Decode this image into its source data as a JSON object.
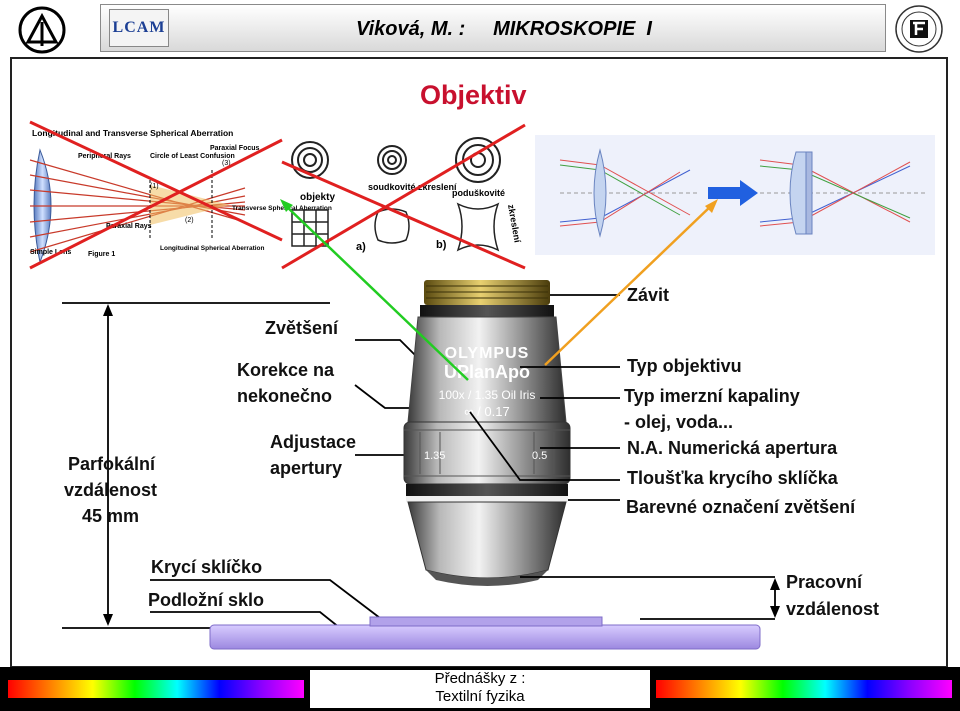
{
  "header": {
    "logo_text": "LCAM",
    "title": "Viková, M. :     MIKROSKOPIE  I"
  },
  "slide": {
    "title": "Objektiv",
    "aberration_figure": {
      "title": "Longitudinal and Transverse Spherical Aberration",
      "peripheral_rays": "Peripheral Rays",
      "circle": "Circle of Least Confusion",
      "paraxial_focus": "Paraxial Focus",
      "num1": "(1)",
      "num2": "(2)",
      "num3": "(3)",
      "transverse": "Transverse Spherical Aberration",
      "paraxial_rays": "Paraxial Rays",
      "simple_lens": "Simple Lens",
      "figure": "Figure 1",
      "longitudinal": "Longitudinal Spherical Aberration"
    },
    "distortion_figure": {
      "object": "objekty",
      "barrel": "soudkovité zkreslení",
      "pincushion": "poduškovité",
      "pincushion2": "zkreslení",
      "a": "a)",
      "b": "b)"
    },
    "objective_text": {
      "brand": "OLYMPUS",
      "model": "UPlanApo",
      "spec": "100x / 1.35 Oil Iris",
      "tube": "∞ / 0.17",
      "na_max": "1.35",
      "na_min": "0.5"
    },
    "labels": {
      "zavit": "Závit",
      "typ_objektivu": "Typ objektivu",
      "typ_imerzni": "Typ imerzní kapaliny",
      "olej": "- olej, voda...",
      "na": "N.A. Numerická apertura",
      "tloustka": "Tloušťka krycího sklíčka",
      "barevne": "Barevné označení zvětšení",
      "pracovni1": "Pracovní",
      "pracovni2": "vzdálenost",
      "zvetseni": "Zvětšení",
      "korekce1": "Korekce na",
      "korekce2": "nekonečno",
      "adjustace1": "Adjustace",
      "adjustace2": "apertury",
      "parfokalni1": "Parfokální",
      "parfokalni2": "vzdálenost",
      "parfokalni3": "45 mm",
      "kryci": "Krycí sklíčko",
      "podlozni": "Podložní sklo"
    }
  },
  "footer": {
    "line1": "Přednášky z :",
    "line2": "Textilní fyzika"
  },
  "colors": {
    "title": "#c8102e",
    "green_arrow": "#22cc22",
    "orange_arrow": "#f0a020",
    "cross": "#e02020",
    "slide_blue": "#c9b8f0"
  }
}
